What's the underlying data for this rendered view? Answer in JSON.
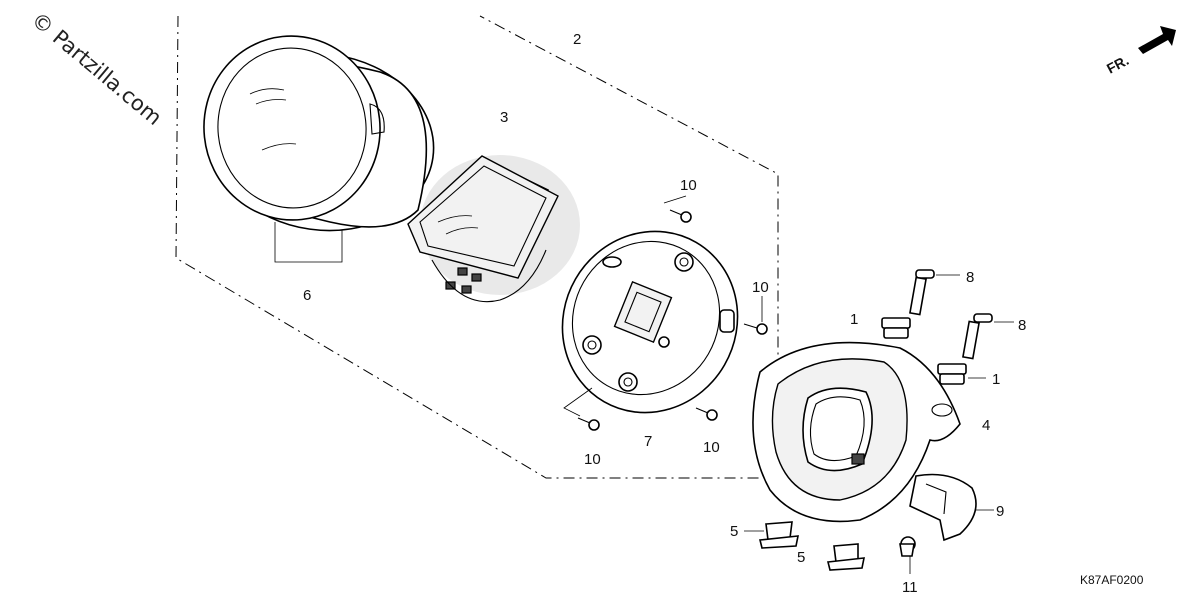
{
  "watermark": "© Partzilla.com",
  "front_indicator": "FR.",
  "diagram_code": "K87AF0200",
  "callouts": {
    "c1a": "1",
    "c1b": "1",
    "c2": "2",
    "c3": "3",
    "c4": "4",
    "c5a": "5",
    "c5b": "5",
    "c6": "6",
    "c7": "7",
    "c8a": "8",
    "c8b": "8",
    "c9": "9",
    "c10a": "10",
    "c10b": "10",
    "c10c": "10",
    "c10d": "10",
    "c11": "11"
  }
}
